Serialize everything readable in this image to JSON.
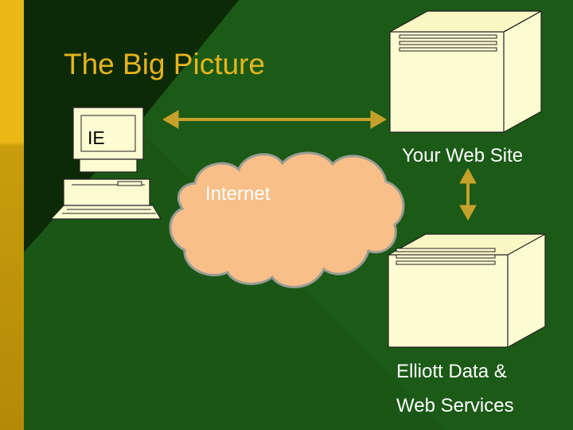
{
  "slide": {
    "title": "The Big Picture"
  },
  "diagram": {
    "client_label": "IE",
    "web_site_label": "Your Web Site",
    "cloud_label": "Internet",
    "services_label_line1": "Elliott Data &",
    "services_label_line2": "Web Services"
  },
  "colors": {
    "background_dark": "#0a1f05",
    "background_green": "#1b5a17",
    "sidebar_gold": "#e9b716",
    "sidebar_gold_dark": "#b98f0a",
    "title_text": "#e6b41e",
    "label_text": "#ffffff",
    "server_fill": "#fdfbd2",
    "cloud_fill": "#f9bf88",
    "arrow_color": "#c6a12a"
  },
  "icons": {
    "client": "desktop-computer-icon",
    "web_site": "server-icon",
    "services": "server-icon",
    "network": "cloud-icon"
  }
}
